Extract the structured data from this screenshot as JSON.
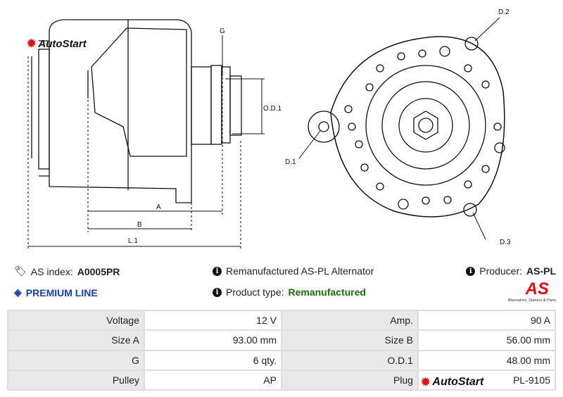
{
  "brand": {
    "name": "AutoStart"
  },
  "drawing": {
    "labels": {
      "g": "G",
      "od1": "O.D.1",
      "a": "A",
      "b": "B",
      "l1": "L.1",
      "d1": "D.1",
      "d2": "D.2",
      "d3": "D.3"
    }
  },
  "info": {
    "as_index_label": "AS index:",
    "as_index_value": "A0005PR",
    "premium": "PREMIUM LINE",
    "title": "Remanufactured AS-PL Alternator",
    "product_type_label": "Product type:",
    "product_type_value": "Remanufactured",
    "producer_label": "Producer:",
    "producer_value": "AS-PL",
    "producer_logo": "AS",
    "producer_tagline": "Alternators, Starters & Parts"
  },
  "colors": {
    "premium": "#1a3fa6",
    "remanufactured": "#1f6b12",
    "brand_red": "#e01010"
  },
  "specs": [
    [
      {
        "label": "Voltage",
        "value": "12 V"
      },
      {
        "label": "Amp.",
        "value": "90 A"
      }
    ],
    [
      {
        "label": "Size A",
        "value": "93.00 mm"
      },
      {
        "label": "Size B",
        "value": "56.00 mm"
      }
    ],
    [
      {
        "label": "G",
        "value": "6 qty."
      },
      {
        "label": "O.D.1",
        "value": "48.00 mm"
      }
    ],
    [
      {
        "label": "Pulley",
        "value": "AP"
      },
      {
        "label": "Plug",
        "value": "PL-9105"
      }
    ]
  ]
}
